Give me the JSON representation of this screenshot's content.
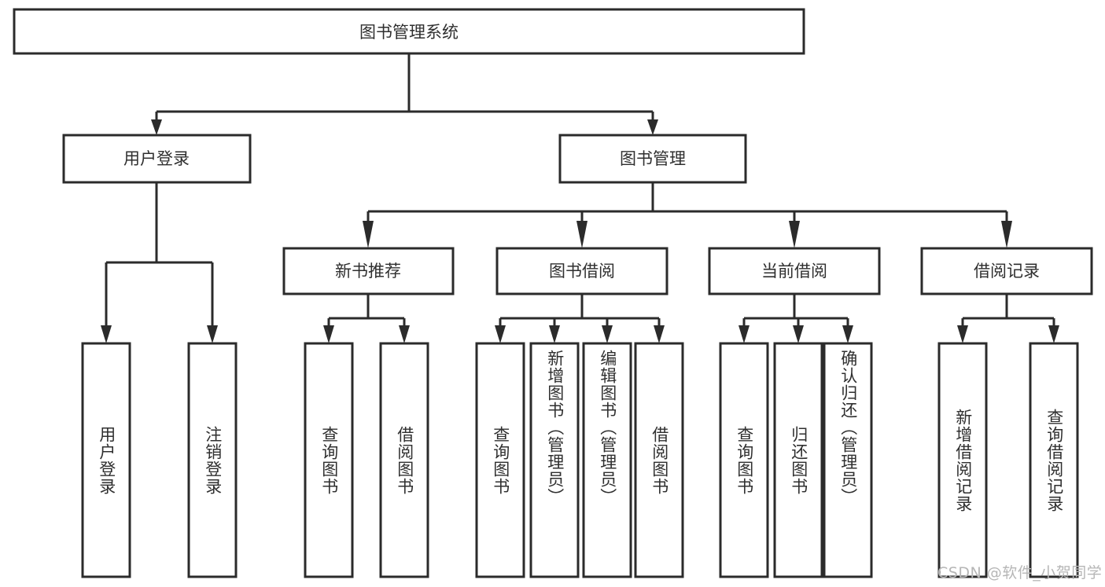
{
  "diagram": {
    "title": "图书管理系统",
    "type": "tree-hierarchy",
    "root": {
      "id": "root",
      "label": "图书管理系统",
      "orientation": "horizontal"
    },
    "level1": [
      {
        "id": "user-login",
        "label": "用户登录",
        "orientation": "horizontal"
      },
      {
        "id": "book-management",
        "label": "图书管理",
        "orientation": "horizontal"
      }
    ],
    "level2": [
      {
        "id": "new-book-recommend",
        "label": "新书推荐",
        "orientation": "horizontal",
        "parent": "book-management"
      },
      {
        "id": "book-borrow",
        "label": "图书借阅",
        "orientation": "horizontal",
        "parent": "book-management"
      },
      {
        "id": "current-borrow",
        "label": "当前借阅",
        "orientation": "horizontal",
        "parent": "book-management"
      },
      {
        "id": "borrow-record",
        "label": "借阅记录",
        "orientation": "horizontal",
        "parent": "book-management"
      }
    ],
    "leaves": [
      {
        "id": "leaf-user-login",
        "label": "用户登录",
        "parent": "user-login"
      },
      {
        "id": "leaf-logout-login",
        "label": "注销登录",
        "parent": "user-login"
      },
      {
        "id": "leaf-query-book-1",
        "label": "查询图书",
        "parent": "new-book-recommend"
      },
      {
        "id": "leaf-borrow-book-1",
        "label": "借阅图书",
        "parent": "new-book-recommend"
      },
      {
        "id": "leaf-query-book-2",
        "label": "查询图书",
        "parent": "book-borrow"
      },
      {
        "id": "leaf-add-book",
        "label": "新增图书（管理员）",
        "parent": "book-borrow"
      },
      {
        "id": "leaf-edit-book",
        "label": "编辑图书（管理员）",
        "parent": "book-borrow"
      },
      {
        "id": "leaf-borrow-book-2",
        "label": "借阅图书",
        "parent": "book-borrow"
      },
      {
        "id": "leaf-query-book-3",
        "label": "查询图书",
        "parent": "current-borrow"
      },
      {
        "id": "leaf-return-book",
        "label": "归还图书",
        "parent": "current-borrow"
      },
      {
        "id": "leaf-confirm-return",
        "label": "确认归还（管理员）",
        "parent": "current-borrow"
      },
      {
        "id": "leaf-add-record",
        "label": "新增借阅记录",
        "parent": "borrow-record"
      },
      {
        "id": "leaf-query-record",
        "label": "查询借阅记录",
        "parent": "borrow-record"
      }
    ],
    "colors": {
      "stroke": "#2b2b2b",
      "box_fill": "#ffffff",
      "text": "#2f2f2f",
      "background": "#ffffff",
      "watermark": "#b6b6b6"
    }
  },
  "watermark": {
    "text": "CSDN @软件_小贺同学"
  }
}
